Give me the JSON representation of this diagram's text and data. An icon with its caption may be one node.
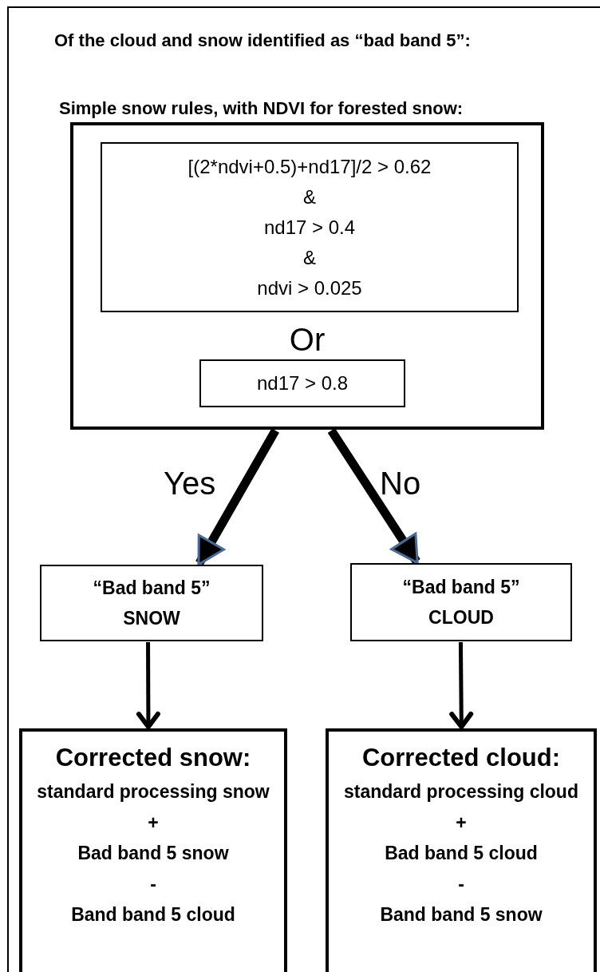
{
  "diagram": {
    "title": "Of the cloud and snow identified as “bad band 5”:",
    "nodes": [
      {
        "text": [
          "Simple snow rules, with NDVI for forested snow:",
          "Or"
        ]
      },
      {
        "text": [
          "[(2*ndvi+0.5)+nd17]/2 > 0.62",
          "&",
          "nd17 > 0.4",
          "&",
          "ndvi > 0.025"
        ],
        "in": 0
      },
      {
        "text": [
          "nd17 > 0.8"
        ],
        "in": 0
      },
      {
        "text": [
          "“Bad band 5”",
          "SNOW"
        ]
      },
      {
        "text": [
          "“Bad band 5”",
          "CLOUD"
        ]
      },
      {
        "text": [
          "Corrected snow:",
          "standard processing snow",
          "+",
          "Bad band 5 snow",
          "-",
          "Band band 5 cloud"
        ]
      },
      {
        "text": [
          "Corrected cloud:",
          "standard processing cloud",
          "+",
          "Bad band 5 cloud",
          "-",
          "Band band 5 snow"
        ]
      }
    ],
    "edges": [
      {
        "from": 0,
        "to": 3,
        "arrow": "to",
        "label": "Yes",
        "style": "thick"
      },
      {
        "from": 0,
        "to": 4,
        "arrow": "to",
        "label": "No",
        "style": "thick"
      },
      {
        "from": 3,
        "to": 5,
        "arrow": "to"
      },
      {
        "from": 4,
        "to": 6,
        "arrow": "to"
      }
    ]
  }
}
